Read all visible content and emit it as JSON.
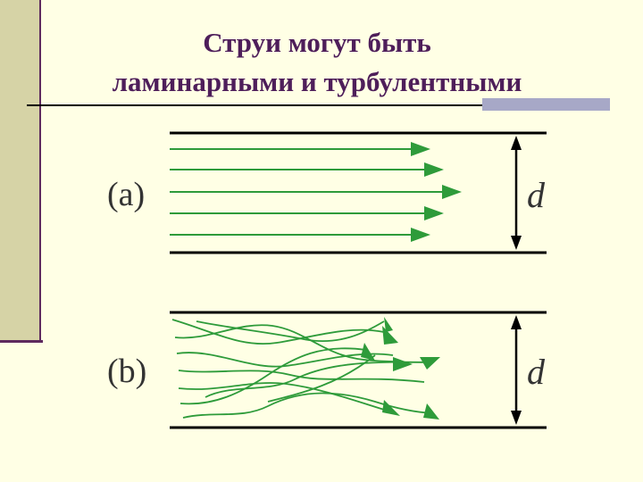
{
  "slide": {
    "title_line1": "Струи могут быть",
    "title_line2": "ламинарными и турбулентными"
  },
  "figure": {
    "panel_a": {
      "label": "(a)",
      "dimension_label": "d"
    },
    "panel_b": {
      "label": "(b)",
      "dimension_label": "d"
    },
    "flow_color": "#2E9B3A",
    "wall_color": "#000000"
  }
}
